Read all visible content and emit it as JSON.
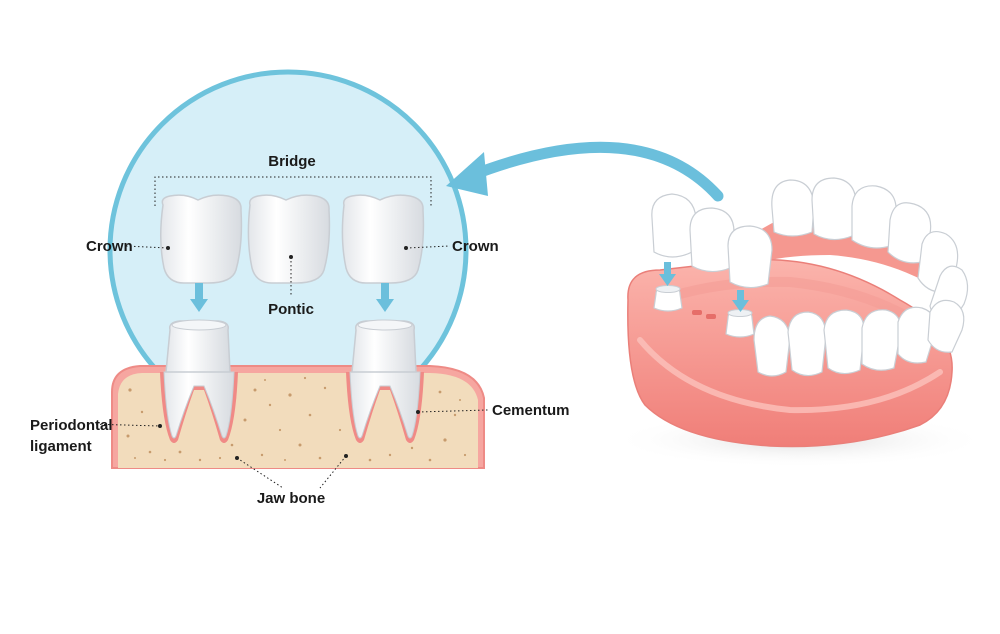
{
  "labels": {
    "bridge": "Bridge",
    "crown_left": "Crown",
    "crown_right": "Crown",
    "pontic": "Pontic",
    "cementum": "Cementum",
    "periodontal_line1": "Periodontal",
    "periodontal_line2": "ligament",
    "jaw_bone": "Jaw bone"
  },
  "colors": {
    "circle_fill": "#d6eff8",
    "circle_stroke": "#6ec3dc",
    "arrow": "#6bbfdc",
    "bone": "#f2dcbc",
    "bone_speckle": "#c79b6d",
    "gum": "#f08a86",
    "gum_light": "#f9b7b0",
    "tooth": "#ffffff",
    "tooth_shade": "#d9dde1"
  },
  "icons": {
    "bridge": "dental-bridge-icon",
    "jaw": "lower-jaw-model-icon"
  }
}
